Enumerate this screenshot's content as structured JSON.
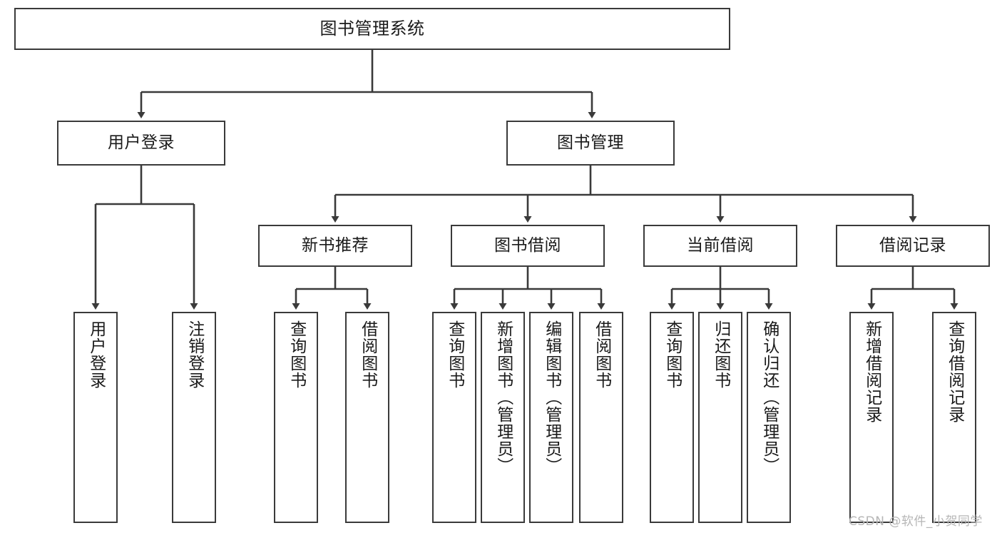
{
  "diagram": {
    "title": "图书管理系统",
    "type": "tree-hierarchy-diagram",
    "colors": {
      "box_border": "#3a3a3a",
      "box_fill": "#ffffff",
      "connector": "#3a3a3a",
      "text": "#1a1a1a",
      "watermark": "#b6b6b6",
      "background": "#ffffff"
    },
    "root": {
      "label": "图书管理系统"
    },
    "level2": [
      {
        "id": "user-login",
        "label": "用户登录"
      },
      {
        "id": "book-management",
        "label": "图书管理"
      }
    ],
    "level3": [
      {
        "id": "new-book-recommend",
        "label": "新书推荐"
      },
      {
        "id": "book-borrow",
        "label": "图书借阅"
      },
      {
        "id": "current-borrow",
        "label": "当前借阅"
      },
      {
        "id": "borrow-record",
        "label": "借阅记录"
      }
    ],
    "leaves": {
      "user-login": [
        {
          "id": "leaf-user-login",
          "label": "用户登录"
        },
        {
          "id": "leaf-user-logout",
          "label": "注销登录"
        }
      ],
      "new-book-recommend": [
        {
          "id": "leaf-query-book-1",
          "label": "查询图书"
        },
        {
          "id": "leaf-borrow-book-1",
          "label": "借阅图书"
        }
      ],
      "book-borrow": [
        {
          "id": "leaf-query-book-2",
          "label": "查询图书"
        },
        {
          "id": "leaf-add-book",
          "label": "新增图书（管理员）"
        },
        {
          "id": "leaf-edit-book",
          "label": "编辑图书（管理员）"
        },
        {
          "id": "leaf-borrow-book-2",
          "label": "借阅图书"
        }
      ],
      "current-borrow": [
        {
          "id": "leaf-query-book-3",
          "label": "查询图书"
        },
        {
          "id": "leaf-return-book",
          "label": "归还图书"
        },
        {
          "id": "leaf-confirm-return",
          "label": "确认归还（管理员）"
        }
      ],
      "borrow-record": [
        {
          "id": "leaf-add-record",
          "label": "新增借阅记录"
        },
        {
          "id": "leaf-query-record",
          "label": "查询借阅记录"
        }
      ]
    },
    "watermark": "CSDN @软件_小贺同学"
  }
}
